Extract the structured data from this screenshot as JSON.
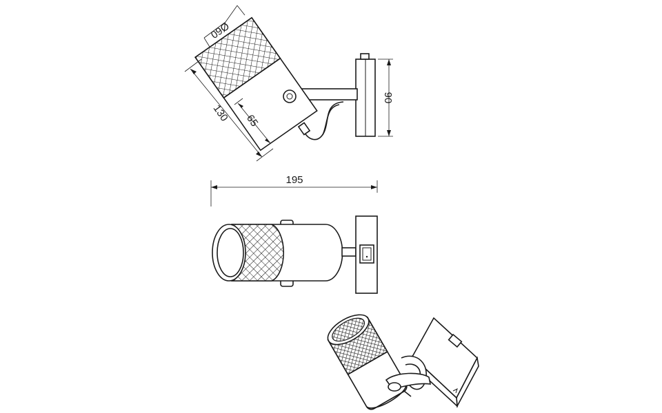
{
  "dimensions": {
    "diameter": "Ø60",
    "length_total": "130",
    "length_head": "65",
    "height_plate": "90",
    "width_total": "195"
  },
  "colors": {
    "line": "#1a1a1a",
    "background": "#ffffff"
  }
}
